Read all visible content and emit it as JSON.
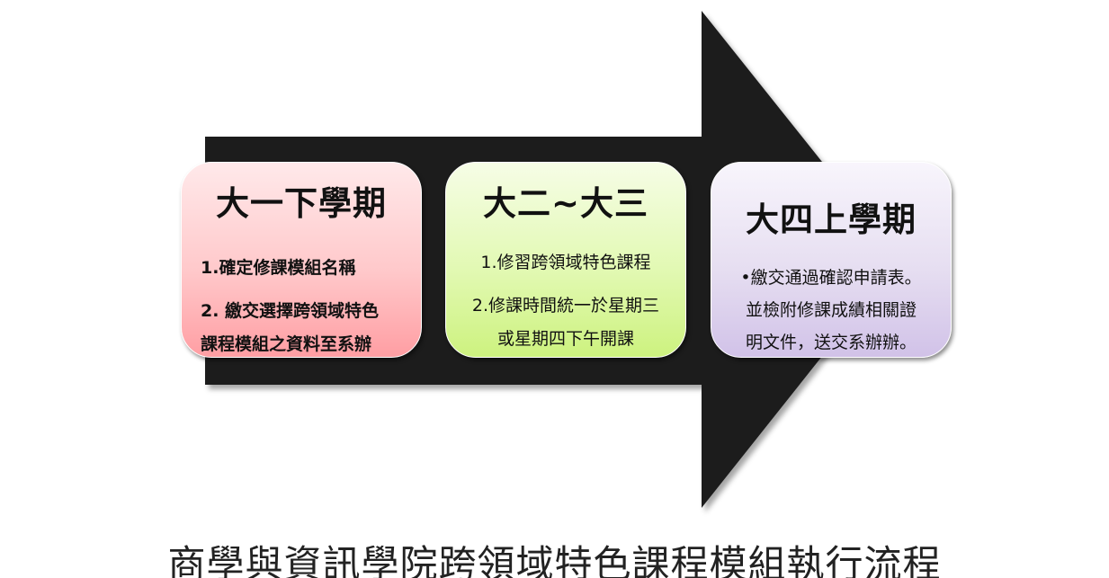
{
  "stages": [
    {
      "title": "大一下學期",
      "lines": [
        "1.確定修課模組名稱",
        "2. 繳交選擇跨領域特色",
        "課程模組之資料至系辦"
      ]
    },
    {
      "title": "大二~大三",
      "lines": [
        "1.修習跨領域特色課程",
        "2.修課時間統一於星期三",
        "或星期四下午開課"
      ]
    },
    {
      "title": "大四上學期",
      "lines": [
        "•繳交通過確認申請表。",
        "並檢附修課成績相關證",
        "明文件，送交系辦辦。"
      ]
    }
  ],
  "caption": "商學與資訊學院跨領域特色課程模組執行流程",
  "colors": {
    "arrow": "#1b1b1b",
    "stage1": "#ffb3b6",
    "stage2": "#d9f59a",
    "stage3": "#ddd2ee"
  }
}
